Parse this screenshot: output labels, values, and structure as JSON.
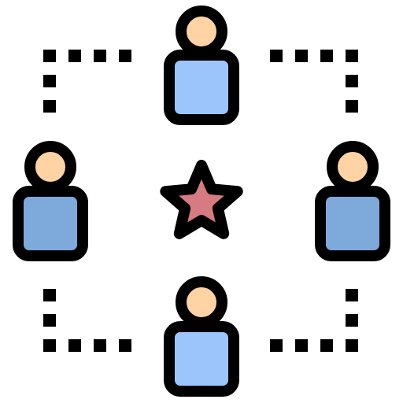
{
  "icon": {
    "name": "team-network-icon",
    "colors": {
      "outline": "#000000",
      "head_fill": "#FFD3A3",
      "body_fill_light": "#9CC6FB",
      "body_fill_dark": "#7EA9DB",
      "star_fill": "#D77B82"
    },
    "parts": [
      "person-top",
      "person-left",
      "person-right",
      "person-bottom",
      "center-star",
      "dotted-connectors"
    ]
  }
}
